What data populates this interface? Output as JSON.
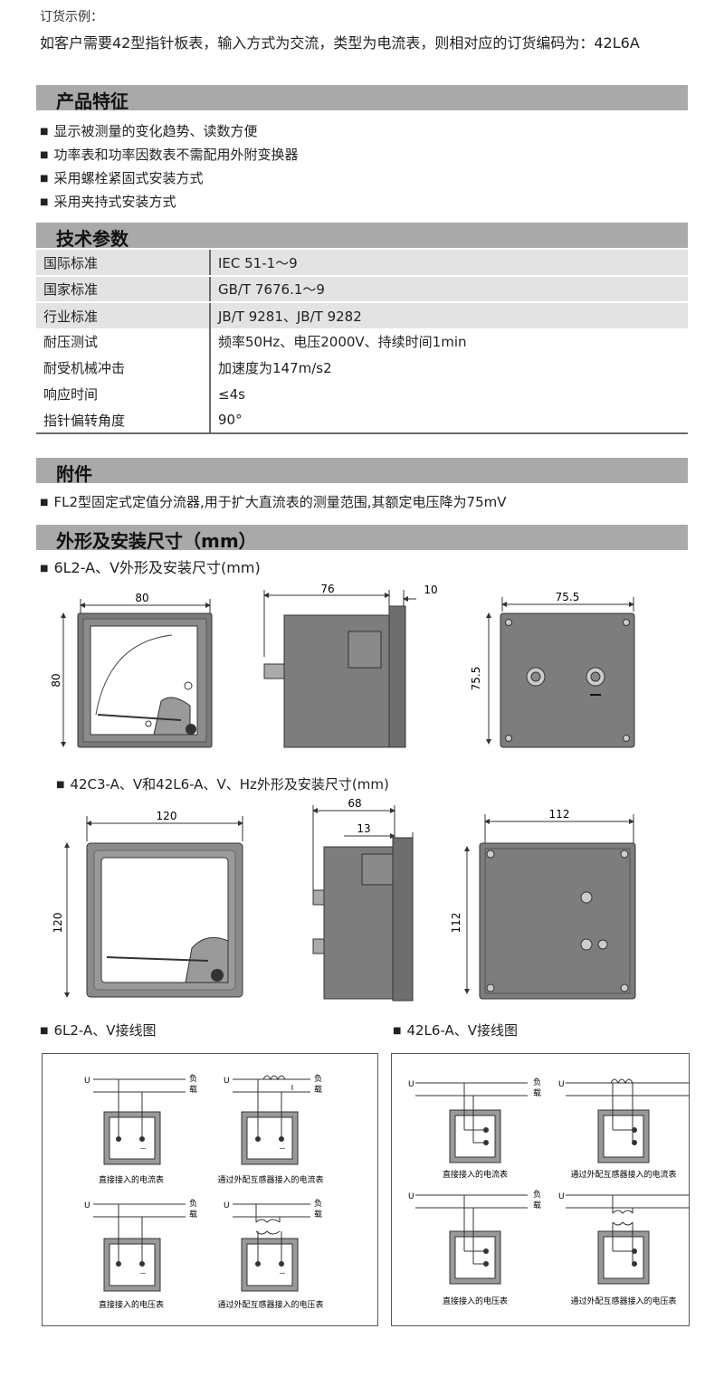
{
  "order_example": {
    "title": "订货示例：",
    "text": "如客户需要42型指针板表，输入方式为交流，类型为电流表，则相对应的订货编码为：42L6A"
  },
  "features": {
    "title": "产品特征",
    "items": [
      "显示被测量的变化趋势、读数方便",
      "功率表和功率因数表不需配用外附变换器",
      "采用螺栓紧固式安装方式",
      "采用夹持式安装方式"
    ]
  },
  "tech": {
    "title": "技术参数",
    "rows": [
      {
        "k": "国际标准",
        "v": "IEC 51-1～9"
      },
      {
        "k": "国家标准",
        "v": "GB/T 7676.1～9"
      },
      {
        "k": "行业标准",
        "v": "JB/T 9281、JB/T 9282"
      },
      {
        "k": "耐压测试",
        "v": "频率50Hz、电压2000V、持续时间1min"
      },
      {
        "k": "耐受机械冲击",
        "v": "加速度为147m/s2"
      },
      {
        "k": "响应时间",
        "v": "≤4s"
      },
      {
        "k": "指针偏转角度",
        "v": "90°"
      }
    ]
  },
  "accessories": {
    "title": "附件",
    "item": "FL2型固定式定值分流器,用于扩大直流表的测量范围,其额定电压降为75mV"
  },
  "dimensions": {
    "title": "外形及安装尺寸（mm）",
    "sub1": "6L2-A、V外形及安装尺寸(mm)",
    "sub2": "42C3-A、V和42L6-A、V、Hz外形及安装尺寸(mm)",
    "d80w": "80",
    "d80h": "80",
    "d76": "76",
    "d10": "10",
    "d75w": "75.5",
    "d75h": "75.5",
    "d120w": "120",
    "d120h": "120",
    "d68": "68",
    "d13": "13",
    "d112w": "112",
    "d112h": "112"
  },
  "wiring": {
    "left_title": "6L2-A、V接线图",
    "right_title": "42L6-A、V接线图",
    "u": "U",
    "load_1": "负",
    "load_2": "载",
    "minus": "－",
    "cap_direct_current": "直接接入的电流表",
    "cap_ct_current": "通过外配互感器接入的电流表",
    "cap_direct_voltage": "直接接入的电压表",
    "cap_ct_voltage": "通过外配互感器接入的电压表"
  }
}
